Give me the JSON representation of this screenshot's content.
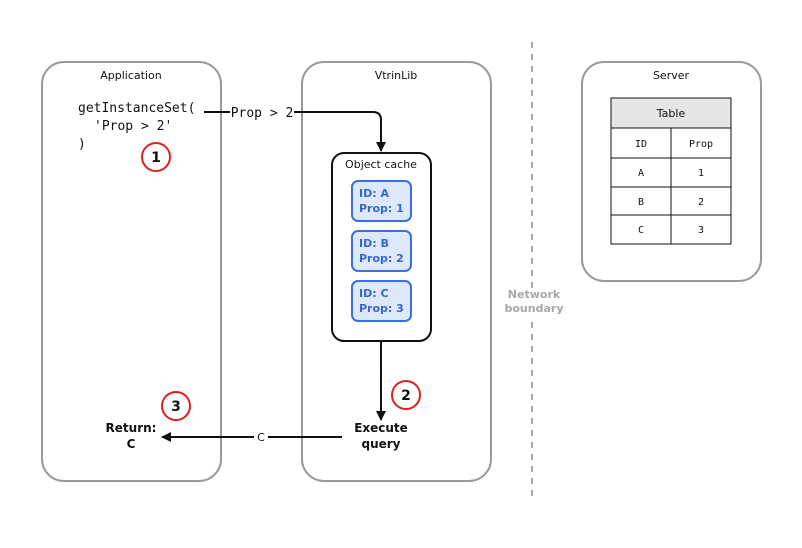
{
  "panels": {
    "application": "Application",
    "vtrinlib": "VtrinLib",
    "server": "Server"
  },
  "code": {
    "line1": "getInstanceSet(",
    "line2": "'Prop > 2'",
    "line3": ")"
  },
  "arrows": {
    "query_label": "Prop > 2",
    "result_label": "C"
  },
  "cache": {
    "title": "Object cache",
    "items": [
      {
        "id": "ID: A",
        "prop": "Prop: 1"
      },
      {
        "id": "ID: B",
        "prop": "Prop: 2"
      },
      {
        "id": "ID: C",
        "prop": "Prop: 3"
      }
    ]
  },
  "execute": {
    "line1": "Execute",
    "line2": "query"
  },
  "return_label": {
    "line1": "Return:",
    "line2": "C"
  },
  "steps": [
    "1",
    "2",
    "3"
  ],
  "network": {
    "line1": "Network",
    "line2": "boundary"
  },
  "table": {
    "title": "Table",
    "headers": [
      "ID",
      "Prop"
    ],
    "rows": [
      [
        "A",
        "1"
      ],
      [
        "B",
        "2"
      ],
      [
        "C",
        "3"
      ]
    ]
  },
  "colors": {
    "panel_border": "#9a9a9a",
    "cache_item_fill": "#dde9fb",
    "cache_item_border": "#3a6ee6",
    "cache_item_text": "#3566d6",
    "step_circle": "#e02020",
    "table_header_fill": "#e6e6e6",
    "network_text": "#a8a8a8"
  }
}
